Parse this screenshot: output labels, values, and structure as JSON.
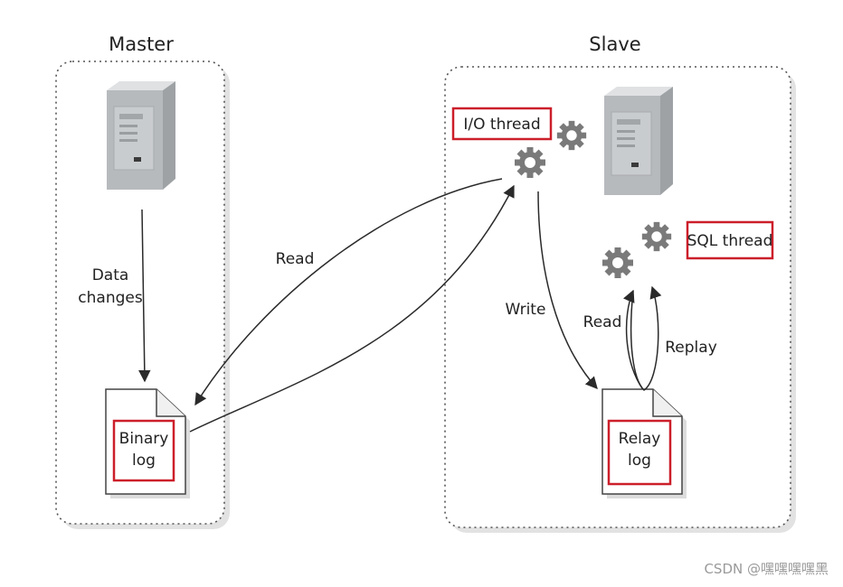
{
  "master": {
    "title": "Master",
    "data_changes_line1": "Data",
    "data_changes_line2": "changes",
    "binary_log_line1": "Binary",
    "binary_log_line2": "log"
  },
  "slave": {
    "title": "Slave",
    "io_thread": "I/O thread",
    "sql_thread": "SQL thread",
    "relay_log_line1": "Relay",
    "relay_log_line2": "log"
  },
  "flows": {
    "read_master": "Read",
    "write": "Write",
    "read_relay": "Read",
    "replay": "Replay"
  },
  "watermark": "CSDN @嘿嘿嘿嘿黑",
  "colors": {
    "highlight": "#cc1f2a",
    "gear": "#7a7a7a",
    "server": "#c9ccce"
  }
}
